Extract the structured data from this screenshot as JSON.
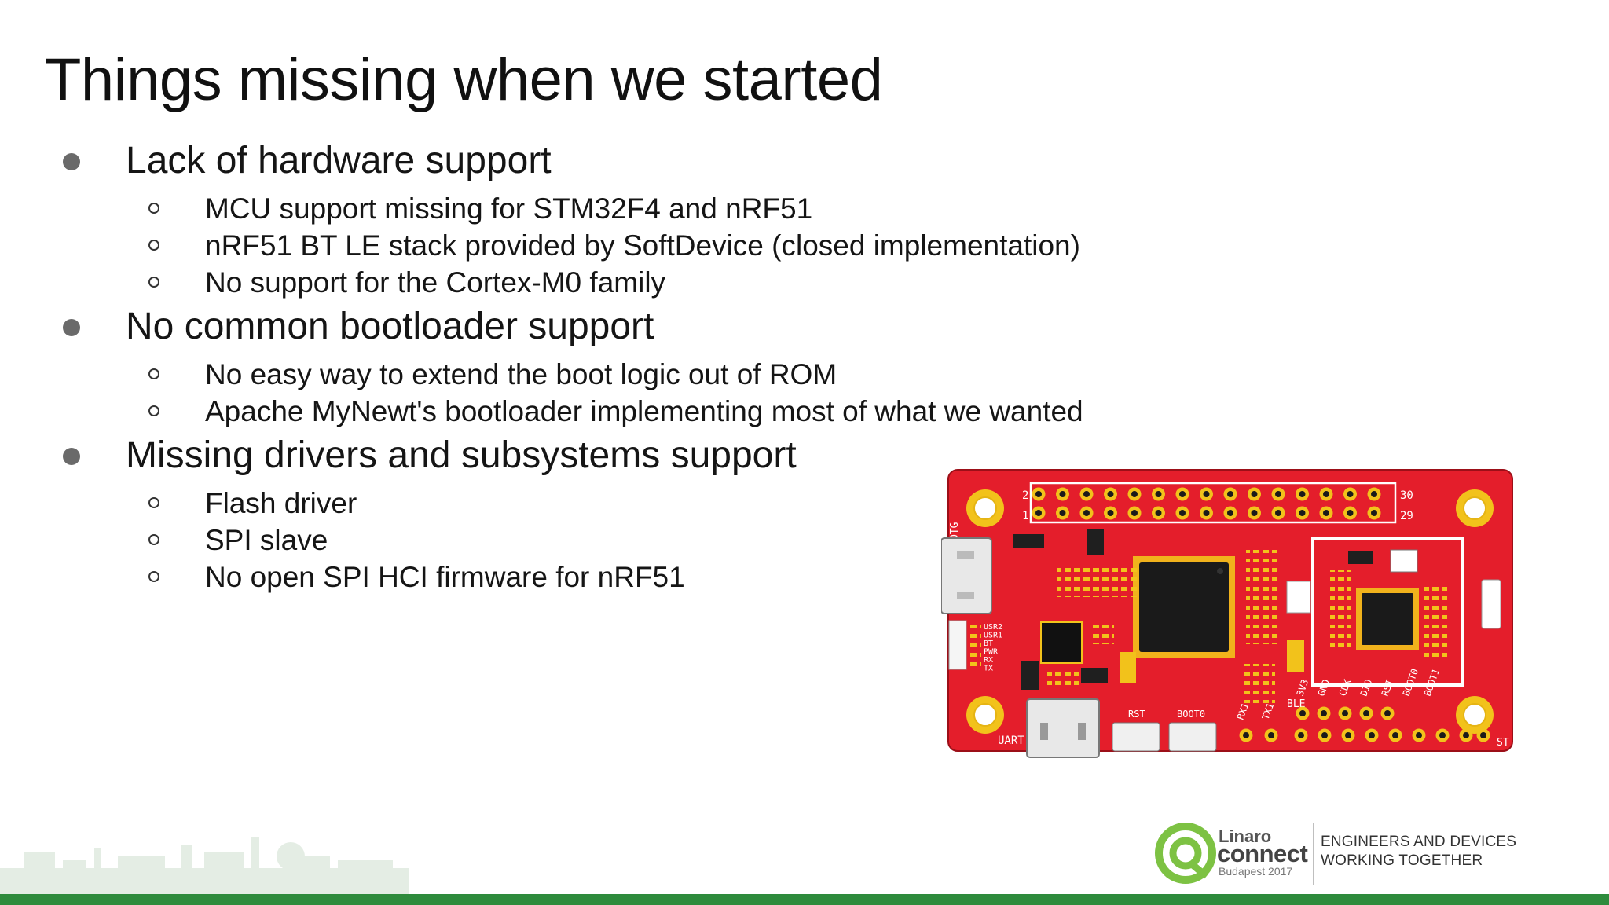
{
  "slide": {
    "title": "Things missing when we started",
    "sections": [
      {
        "heading": "Lack of hardware support",
        "items": [
          "MCU support missing for STM32F4 and nRF51",
          "nRF51 BT LE stack provided by SoftDevice (closed implementation)",
          "No support for the Cortex-M0 family"
        ]
      },
      {
        "heading": "No common bootloader support",
        "items": [
          "No easy way to extend the boot logic out of ROM",
          "Apache MyNewt's bootloader implementing most of what we wanted"
        ]
      },
      {
        "heading": "Missing drivers and subsystems support",
        "items": [
          "Flash driver",
          "SPI slave",
          "No open SPI HCI firmware for nRF51"
        ]
      }
    ]
  },
  "board": {
    "pin_top_left": "2",
    "pin_bottom_left": "1",
    "pin_top_right": "30",
    "pin_bottom_right": "29",
    "otg_label": "OTG",
    "uart_label": "UART",
    "rst_label": "RST",
    "boot0_label": "BOOT0",
    "ble_label": "BLE",
    "st_label": "ST",
    "led_labels": [
      "USR2",
      "USR1",
      "BT",
      "PWR",
      "RX",
      "TX"
    ],
    "bottom_labels": [
      "RX1",
      "TX1"
    ],
    "header_labels": [
      "3V3",
      "GND",
      "CLK",
      "DIO",
      "RST",
      "BOOT0",
      "BOOT1"
    ],
    "pcb_color": "#e41e2b",
    "pad_color": "#f2c21b"
  },
  "footer": {
    "brand_top": "Linaro",
    "brand_main": "connect",
    "brand_city": "Budapest 2017",
    "tagline_1": "ENGINEERS AND DEVICES",
    "tagline_2": "WORKING TOGETHER",
    "bar_color": "#2e8b3c",
    "logo_color": "#7dc243"
  }
}
